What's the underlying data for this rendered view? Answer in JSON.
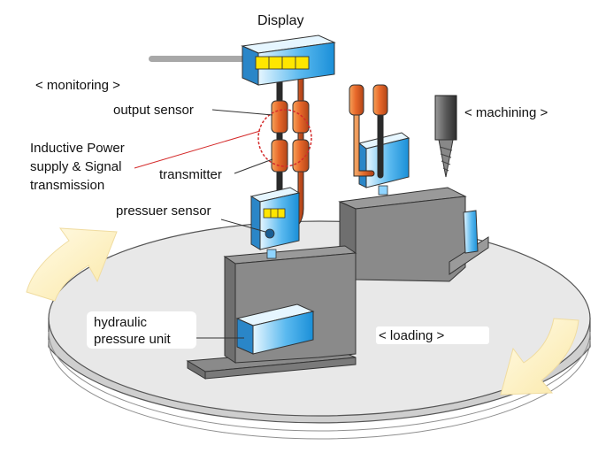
{
  "labels": {
    "display": "Display",
    "monitoring": "< monitoring >",
    "output_sensor": "output sensor",
    "inductive_line1": "Inductive Power",
    "inductive_line2": "supply & Signal",
    "inductive_line3": "transmission",
    "transmitter": "transmitter",
    "pressure_sensor": "pressuer sensor",
    "hydraulic_line1": "hydraulic",
    "hydraulic_line2": "pressure unit",
    "machining": "< machining >",
    "loading": "< loading >"
  },
  "colors": {
    "table_top": "#e8e8e8",
    "table_rim": "#cfcfcf",
    "block": "#8a8a8a",
    "block_dark": "#6f6f6f",
    "blue_light": "#d8f0ff",
    "blue": "#2a9de0",
    "cable": "#d9642a",
    "display_yellow": "#ffe600",
    "arrow": "#fff3c4",
    "highlight_ring": "#d42a2a"
  }
}
